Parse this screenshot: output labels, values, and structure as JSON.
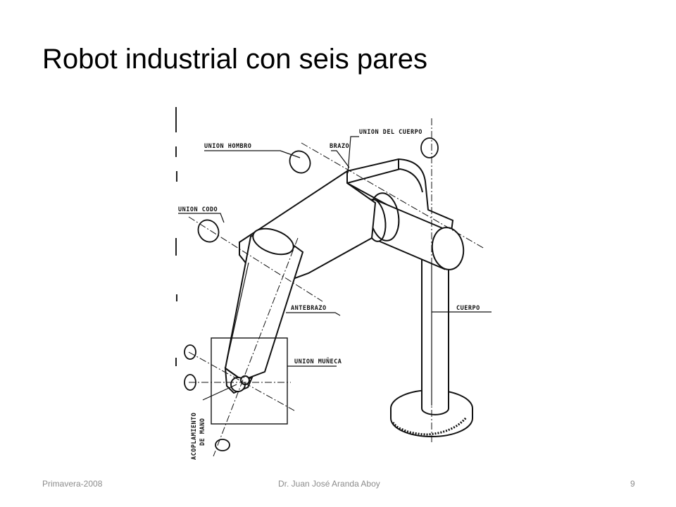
{
  "slide": {
    "title": "Robot industrial con seis pares"
  },
  "figure": {
    "labels": {
      "union_cuerpo": "UNION DEL CUERPO",
      "union_hombro": "UNION HOMBRO",
      "brazo": "BRAZO",
      "union_codo": "UNION CODO",
      "antebrazo": "ANTEBRAZO",
      "cuerpo": "CUERPO",
      "union_muneca": "UNION MUÑECA",
      "acoplamiento_1": "ACOPLAMIENTO",
      "acoplamiento_2": "DE MANO"
    }
  },
  "footer": {
    "left": "Primavera-2008",
    "center": "Dr. Juan José Aranda Aboy",
    "page_number": "9"
  }
}
